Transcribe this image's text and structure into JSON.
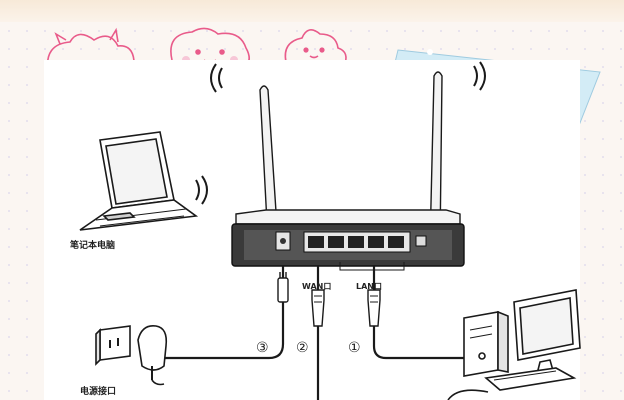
{
  "diagram": {
    "labels": {
      "laptop": "笔记本电脑",
      "wan_port": "WAN口",
      "lan_port": "LAN口",
      "power_outlet": "电源接口"
    },
    "steps": [
      "③",
      "②",
      "①"
    ],
    "colors": {
      "line": "#1a1a1a",
      "panel": "#ffffff",
      "card_blue": "#d3ecf6",
      "sticker_pink": "#e95b8a"
    }
  }
}
